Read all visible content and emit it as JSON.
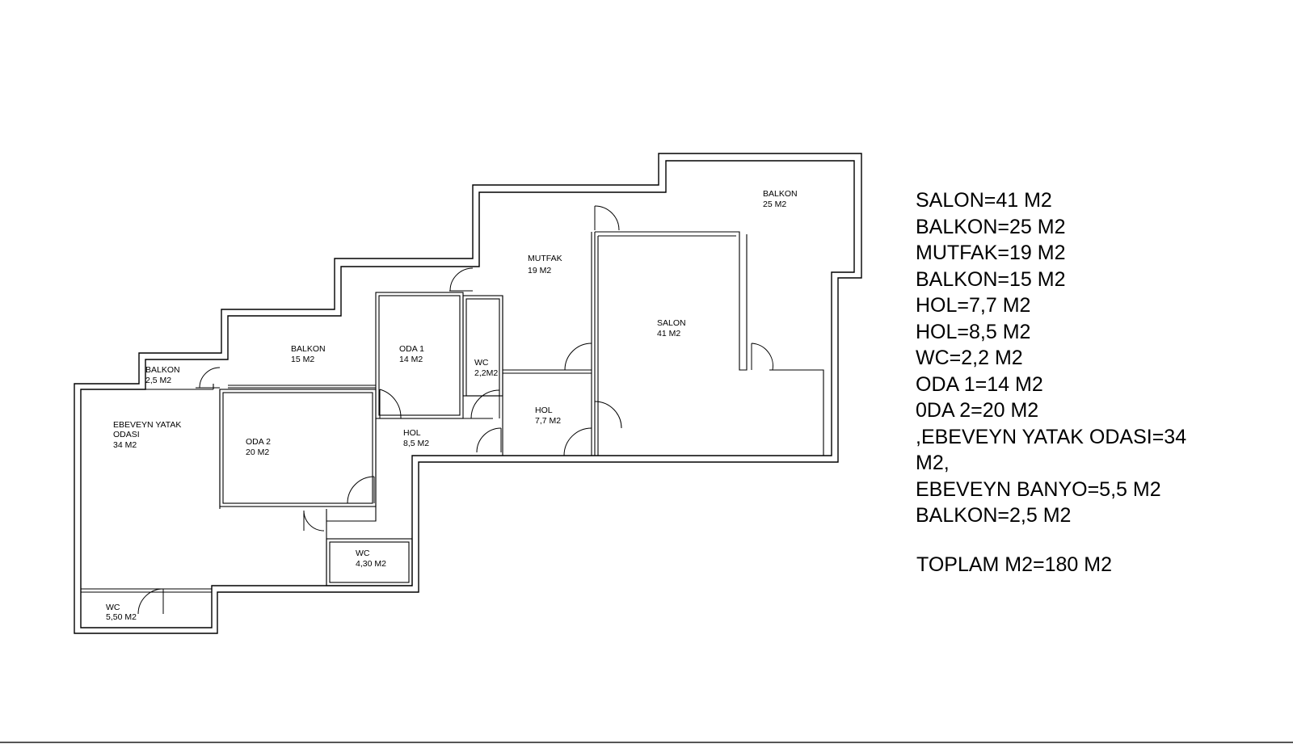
{
  "rooms": [
    {
      "name": "BALKON",
      "area": "25 M2"
    },
    {
      "name": "MUTFAK",
      "area": "19 M2"
    },
    {
      "name": "SALON",
      "area": "41 M2"
    },
    {
      "name": "BALKON",
      "area": "15 M2"
    },
    {
      "name": "ODA 1",
      "area": "14 M2"
    },
    {
      "name": "WC",
      "area": "2,2M2"
    },
    {
      "name": "BALKON",
      "area": "2,5 M2"
    },
    {
      "name": "HOL",
      "area": "7,7 M2"
    },
    {
      "name": "EBEVEYN YATAK",
      "name2": "ODASI",
      "area": "34 M2"
    },
    {
      "name": "ODA 2",
      "area": "20 M2"
    },
    {
      "name": "HOL",
      "area": "8,5 M2"
    },
    {
      "name": "WC",
      "area": "4,30 M2"
    },
    {
      "name": "WC",
      "area": "5,50 M2"
    }
  ],
  "area_list": [
    "SALON=41 M2",
    "BALKON=25 M2",
    "MUTFAK=19 M2",
    "BALKON=15 M2",
    "HOL=7,7 M2",
    "HOL=8,5 M2",
    "WC=2,2 M2",
    "ODA 1=14 M2",
    "0DA 2=20 M2",
    ",EBEVEYN YATAK ODASI=34 M2,",
    "EBEVEYN BANYO=5,5 M2",
    "BALKON=2,5 M2"
  ],
  "total": "TOPLAM M2=180 M2"
}
